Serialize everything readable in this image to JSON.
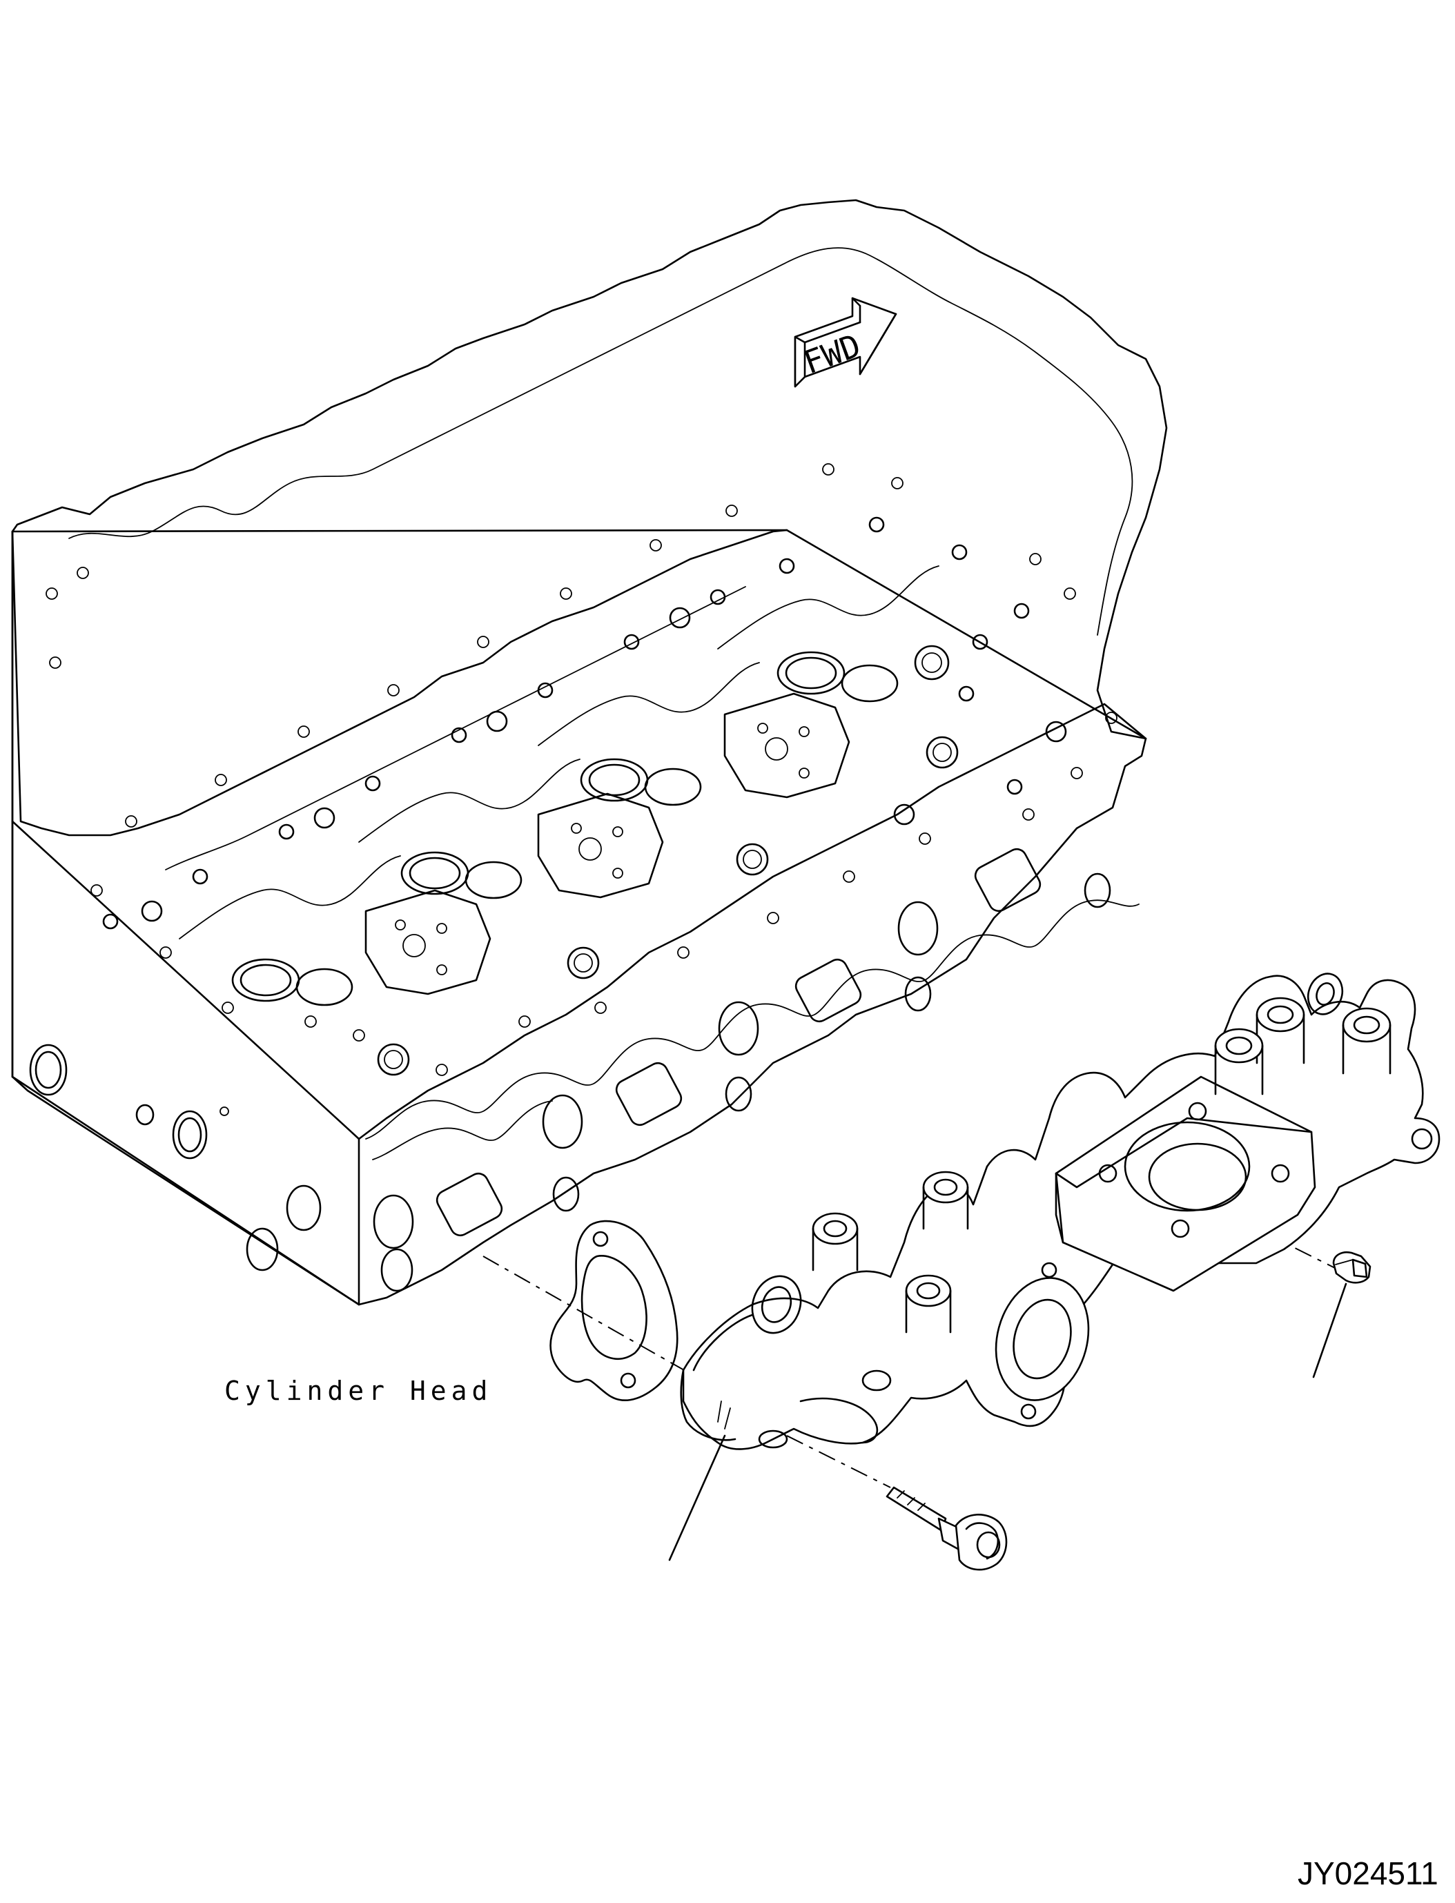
{
  "diagram": {
    "fwd_label": "FWD",
    "cylinder_head_label": "Cylinder Head",
    "drawing_id": "JY024511"
  }
}
